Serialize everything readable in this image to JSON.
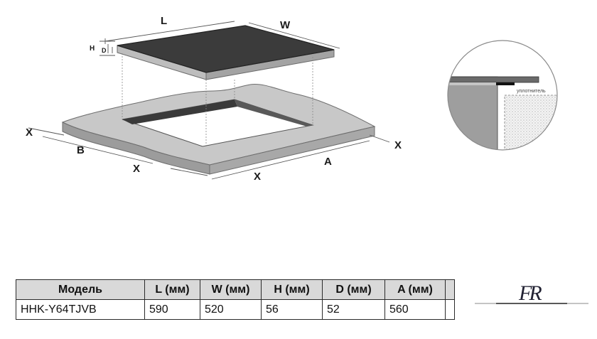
{
  "diagram": {
    "labels": {
      "L": "L",
      "W": "W",
      "H": "H",
      "D": "D",
      "B": "B",
      "A": "A",
      "X_left": "X",
      "X_front_left": "X",
      "X_front_mid": "X",
      "X_right": "X",
      "seal": "уплотнитель"
    }
  },
  "table": {
    "headers": [
      "Модель",
      "L (мм)",
      "W (мм)",
      "H (мм)",
      "D (мм)",
      "A (мм)",
      ""
    ],
    "rows": [
      [
        "HHK-Y64TJVB",
        "590",
        "520",
        "56",
        "52",
        "560",
        ""
      ]
    ]
  },
  "logo": {
    "text": "FR"
  }
}
